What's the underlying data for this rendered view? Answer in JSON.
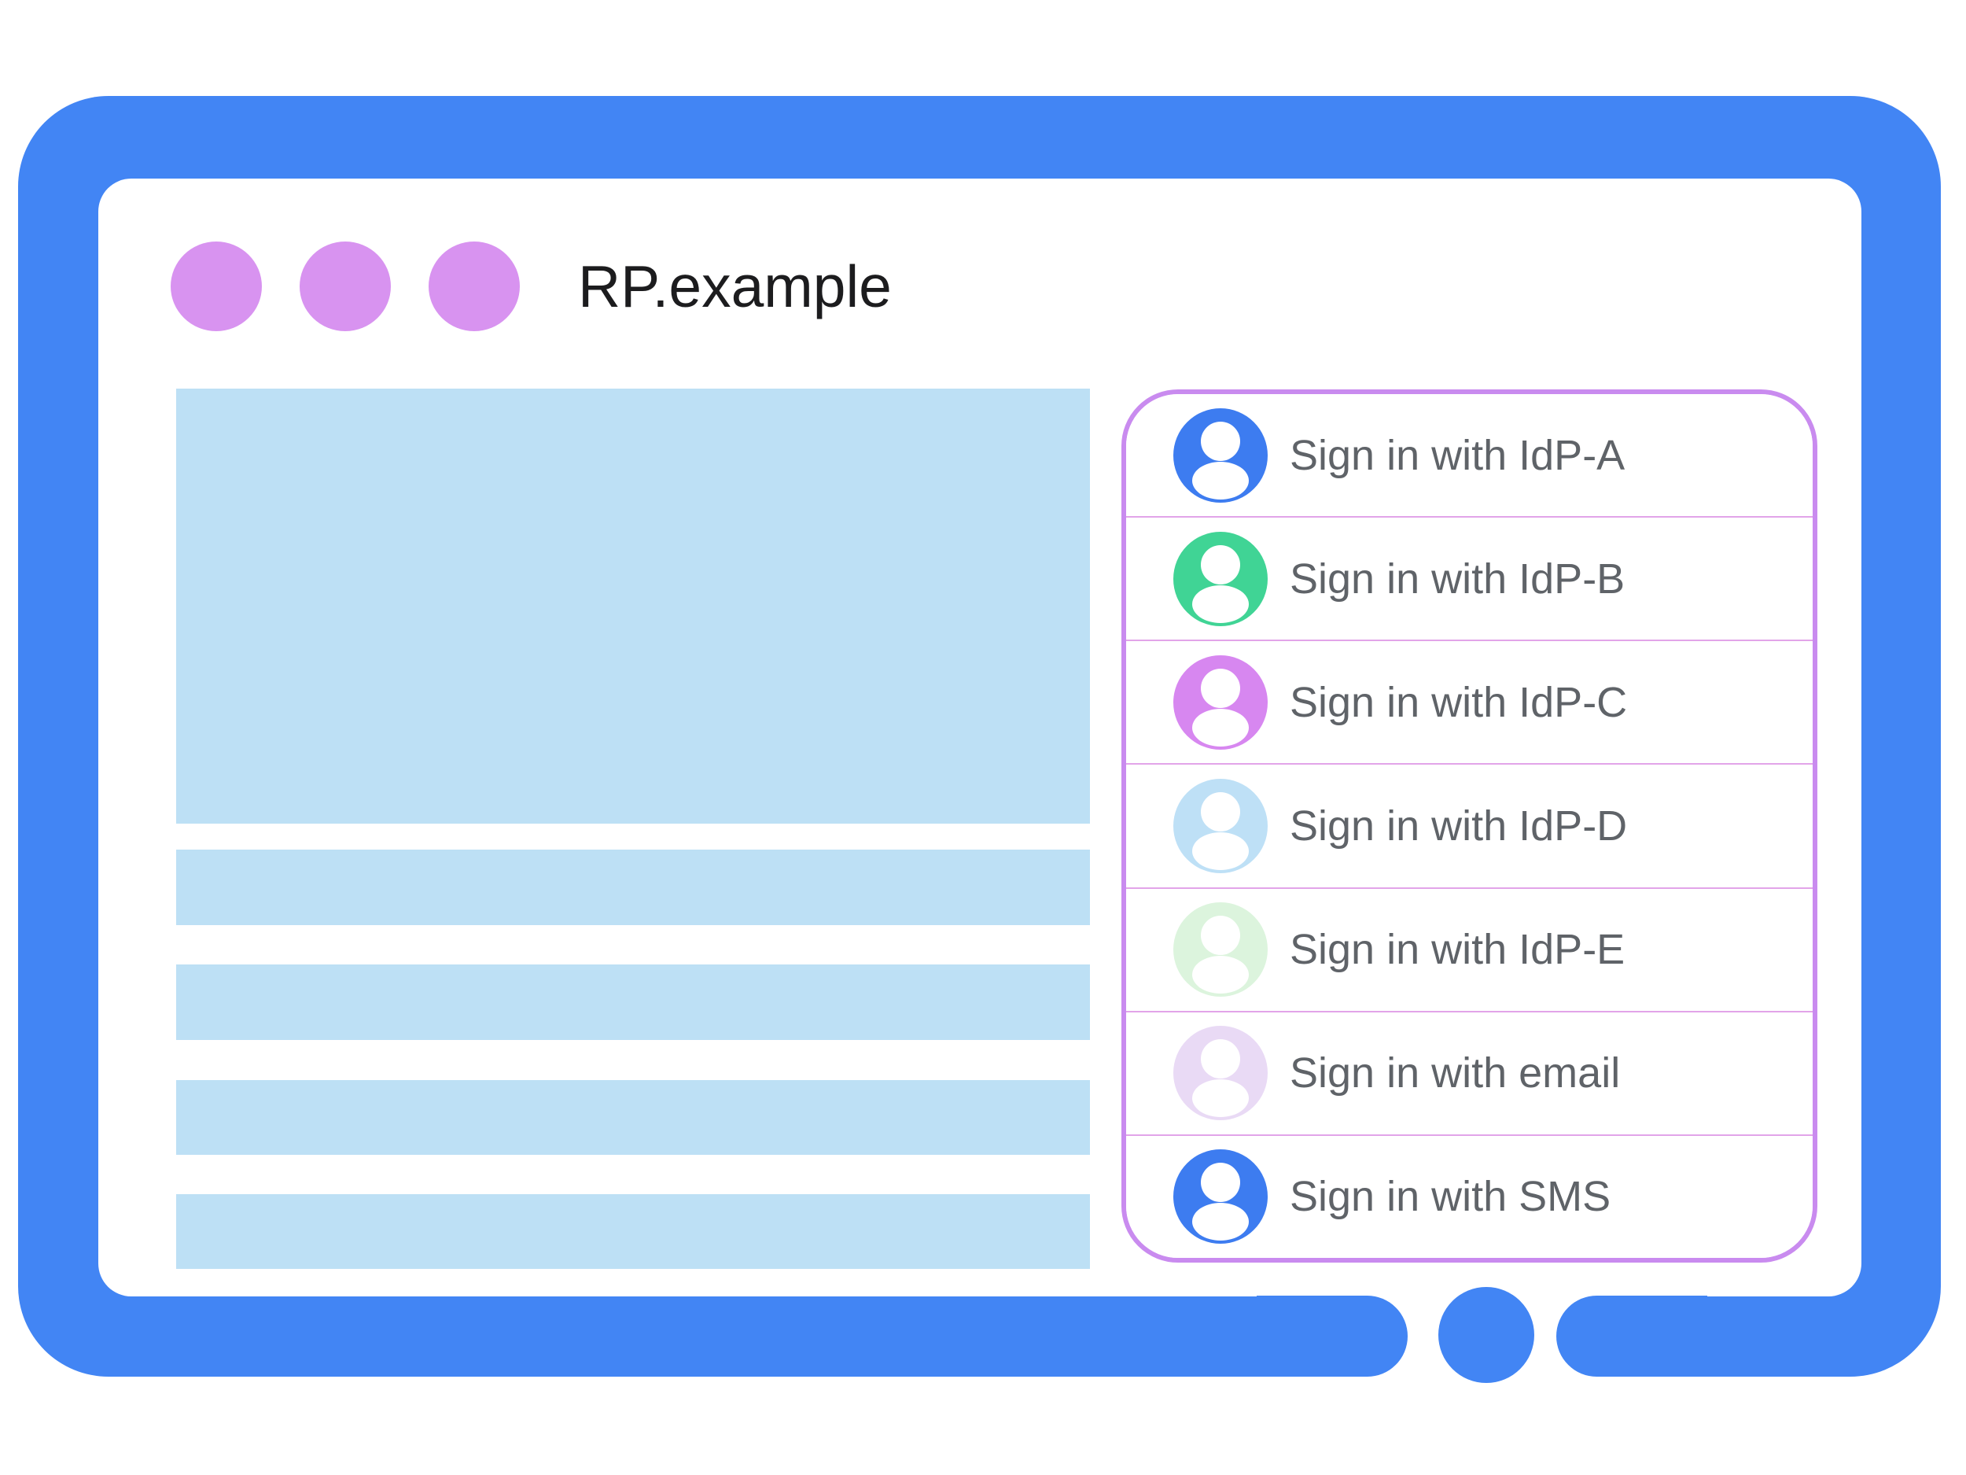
{
  "window": {
    "title": "RP.example",
    "control_dots": 3
  },
  "colors": {
    "frame-blue": "#4285F4",
    "window-dot-purple": "#D893F0",
    "content-placeholder-blue": "#BDE0F5",
    "panel-border-purple": "#C98BEF",
    "divider-purple": "#E2A4E9",
    "label-gray": "#5F6368",
    "title-black": "#1C1C1E"
  },
  "content": {
    "hero_placeholder": "",
    "line_placeholders": [
      "",
      "",
      "",
      ""
    ]
  },
  "signin_panel": {
    "items": [
      {
        "label": "Sign in with IdP-A",
        "avatar_icon": "user-avatar-icon",
        "avatar_color": "#3D7CF0"
      },
      {
        "label": "Sign in with IdP-B",
        "avatar_icon": "user-avatar-icon",
        "avatar_color": "#40D495"
      },
      {
        "label": "Sign in with IdP-C",
        "avatar_icon": "user-avatar-icon",
        "avatar_color": "#D787F0"
      },
      {
        "label": "Sign in with IdP-D",
        "avatar_icon": "user-avatar-icon",
        "avatar_color": "#BEE0F6"
      },
      {
        "label": "Sign in with IdP-E",
        "avatar_icon": "user-avatar-icon",
        "avatar_color": "#DCF4DD"
      },
      {
        "label": "Sign in with email",
        "avatar_icon": "user-avatar-icon",
        "avatar_color": "#E9DAF5"
      },
      {
        "label": "Sign in with SMS",
        "avatar_icon": "user-avatar-icon",
        "avatar_color": "#3D7CF0"
      }
    ]
  }
}
